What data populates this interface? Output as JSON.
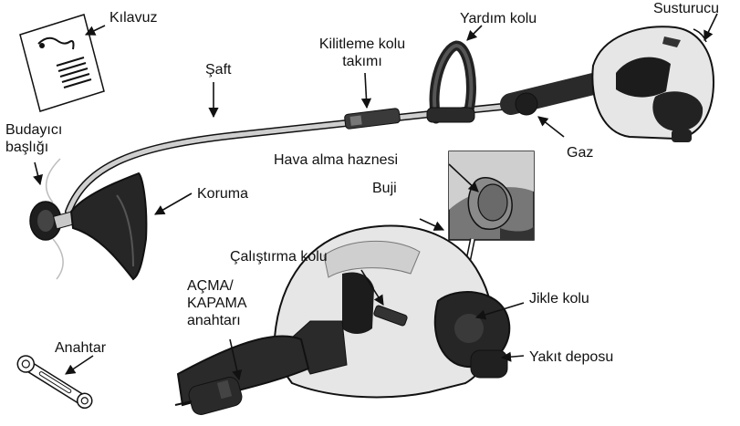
{
  "labels": {
    "manual": "Kılavuz",
    "shaft": "Şaft",
    "trimmer_head_line1": "Budayıcı",
    "trimmer_head_line2": "başlığı",
    "lock_knob_line1": "Kilitleme kolu",
    "lock_knob_line2": "takımı",
    "assist_handle": "Yardım kolu",
    "muffler": "Susturucu",
    "throttle": "Gaz",
    "primer_bulb": "Hava alma haznesi",
    "spark_plug": "Buji",
    "guard": "Koruma",
    "starter_handle": "Çalıştırma kolu",
    "on_off_line1": "AÇMA/",
    "on_off_line2": "KAPAMA",
    "on_off_line3": "anahtarı",
    "choke_lever": "Jikle kolu",
    "fuel_tank": "Yakıt deposu",
    "wrench": "Anahtar"
  },
  "colors": {
    "ink": "#111111",
    "grip": "#2a2a2a",
    "housing": "#e6e6e6"
  }
}
